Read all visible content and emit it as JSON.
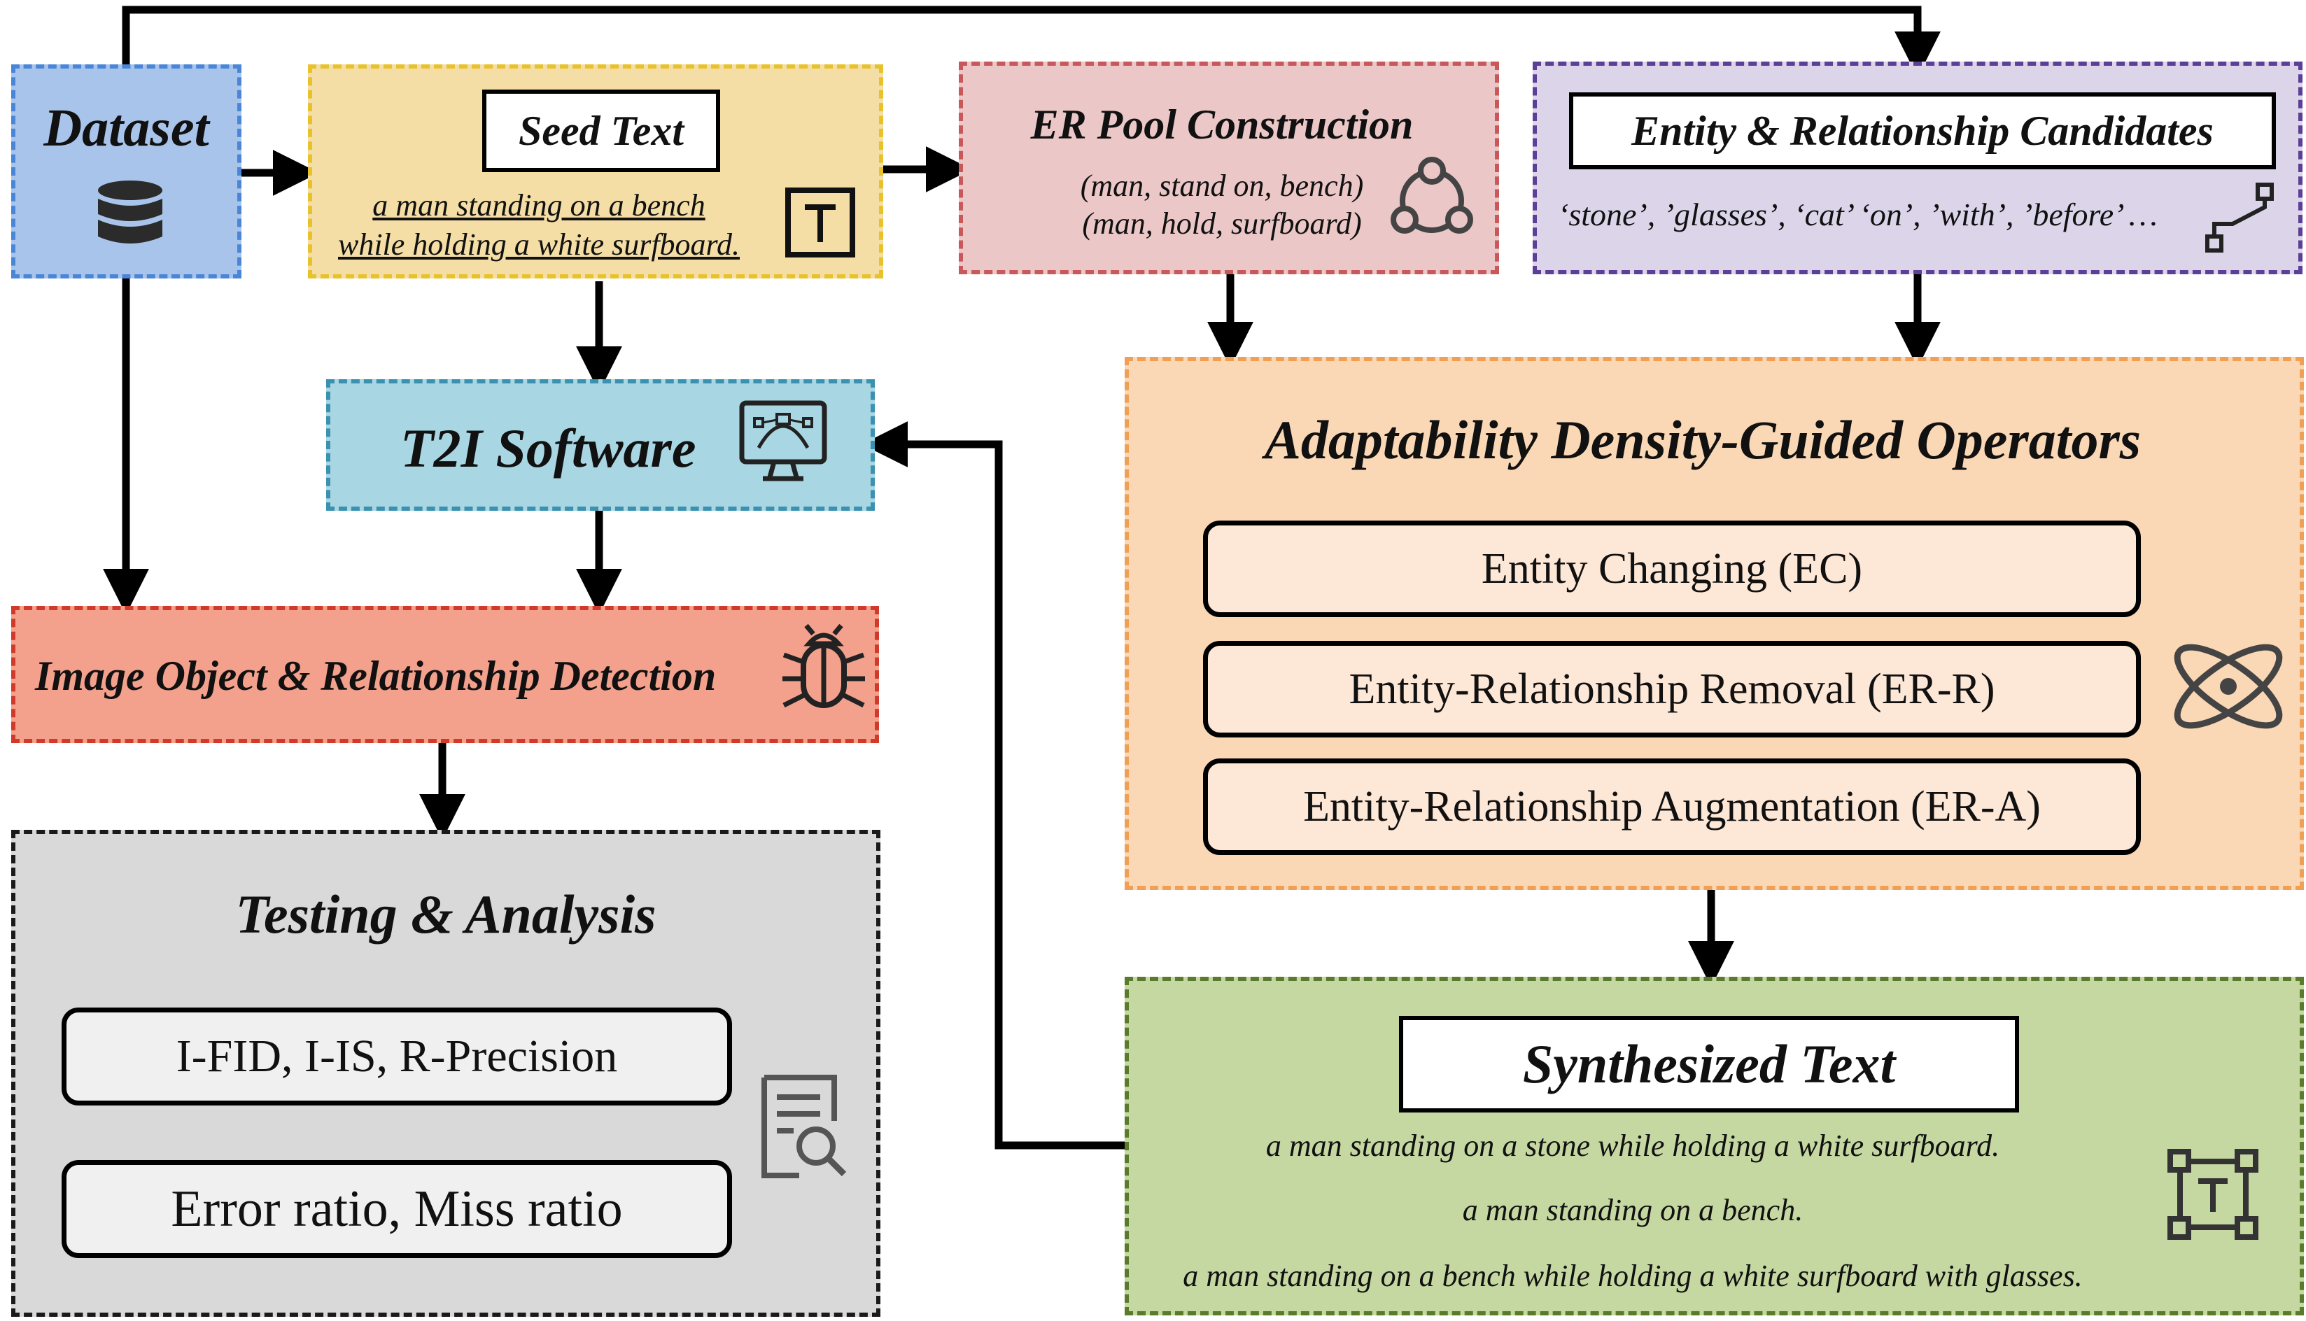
{
  "dataset": {
    "title": "Dataset",
    "icon": "database-icon"
  },
  "seed_text": {
    "title": "Seed Text",
    "lines": [
      "a man standing on a bench",
      "while holding a white surfboard."
    ],
    "icon": "text-icon"
  },
  "er_pool": {
    "title": "ER Pool Construction",
    "lines": [
      "(man, stand on, bench)",
      "(man, hold, surfboard)"
    ],
    "icon": "graph-nodes-icon"
  },
  "candidates": {
    "title": "Entity & Relationship Candidates",
    "text": "‘stone’, ’glasses’, ‘cat’ ‘on’, ’with’, ’before’ …",
    "icon": "connector-icon"
  },
  "t2i": {
    "title": "T2I Software",
    "icon": "monitor-vector-icon"
  },
  "detection": {
    "title": "Image Object & Relationship Detection",
    "icon": "bug-icon"
  },
  "operators": {
    "title": "Adaptability Density-Guided Operators",
    "items": [
      "Entity Changing (EC)",
      "Entity-Relationship Removal (ER-R)",
      "Entity-Relationship Augmentation (ER-A)"
    ],
    "icon": "atom-icon"
  },
  "testing": {
    "title": "Testing & Analysis",
    "items": [
      "I-FID, I-IS, R-Precision",
      "Error ratio, Miss ratio"
    ],
    "icon": "document-search-icon"
  },
  "synthesized": {
    "title": "Synthesized Text",
    "lines": [
      "a man standing on a stone while holding a white surfboard.",
      "a man standing on a bench.",
      "a man standing on a bench while holding a white surfboard with glasses."
    ],
    "icon": "text-frame-icon"
  },
  "colors": {
    "dataset_fill": "#a9c4ea",
    "dataset_border": "#4a86d8",
    "seed_fill": "#f4dea6",
    "seed_border": "#e8c22a",
    "er_fill": "#ebc7c7",
    "er_border": "#c8585a",
    "cand_fill": "#dcd5ea",
    "cand_border": "#5c3f96",
    "t2i_fill": "#a9d6e3",
    "t2i_border": "#3a91b0",
    "det_fill": "#f3a08c",
    "det_border": "#d13a2a",
    "ops_fill": "#fad7b5",
    "ops_border": "#f0a055",
    "test_fill": "#d9d9d9",
    "test_border": "#1a1a1a",
    "syn_fill": "#c6d8a2",
    "syn_border": "#5a7a2c",
    "pill_fill": "#fde7d6",
    "test_pill_fill": "#f0f0f0"
  }
}
